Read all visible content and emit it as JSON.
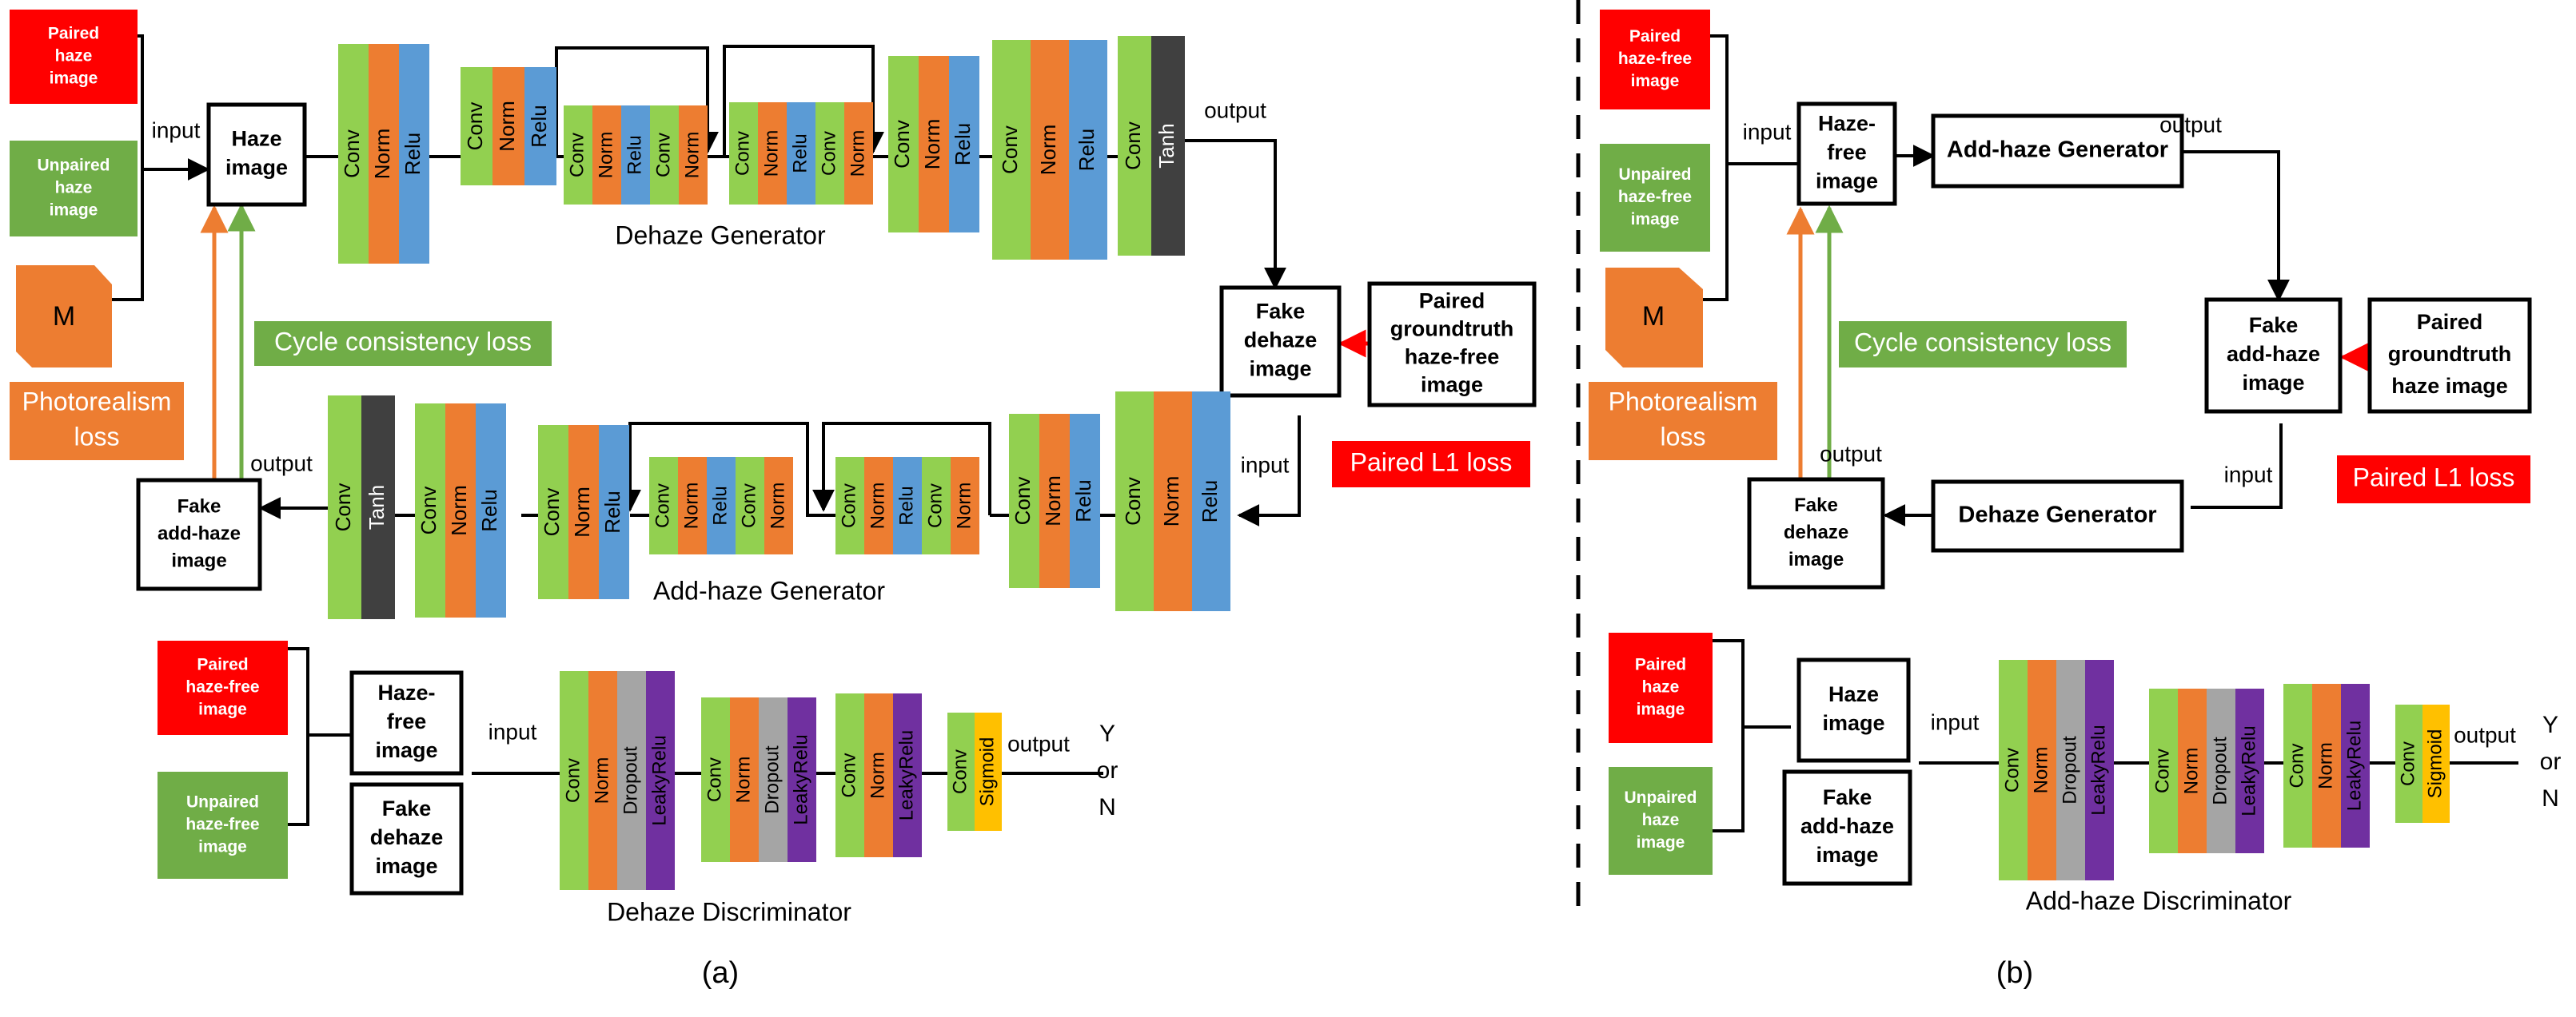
{
  "colors": {
    "red": "#ff0000",
    "green": "#70ad47",
    "orange": "#ed7d31",
    "conv": "#92d050",
    "norm": "#ed7d31",
    "relu": "#5b9bd5",
    "tanh": "#404040",
    "dropout": "#a5a5a5",
    "leaky": "#7030a0",
    "sigmoid": "#ffc000",
    "arrow": "#000000",
    "arrow_red": "#ff0000"
  },
  "panel_a": {
    "caption": "(a)",
    "paired_haze": "Paired haze image",
    "unpaired_haze": "Unpaired haze image",
    "m_label": "M",
    "input_label": "input",
    "haze_image": "Haze image",
    "dehaze_generator": "Dehaze Generator",
    "output_label": "output",
    "fake_dehaze": "Fake dehaze image",
    "paired_gt": "Paired groundtruth haze-free image",
    "paired_l1": "Paired L1 loss",
    "cycle_loss": "Cycle consistency loss",
    "photo_loss": "Photorealism loss",
    "input_label_2": "input",
    "output_label_2": "output",
    "fake_addhaze": "Fake add-haze image",
    "addhaze_generator": "Add-haze Generator",
    "disc_paired": "Paired haze-free image",
    "disc_unpaired": "Unpaired haze-free image",
    "disc_hazefree": "Haze-free image",
    "disc_fakedehaze": "Fake dehaze image",
    "disc_input": "input",
    "disc_output": "output",
    "yn": "Y or N",
    "discriminator": "Dehaze Discriminator",
    "layers": {
      "conv": "Conv",
      "norm": "Norm",
      "relu": "Relu",
      "tanh": "Tanh",
      "dropout": "Dropout",
      "leaky": "LeakyRelu",
      "sigmoid": "Sigmoid"
    }
  },
  "panel_b": {
    "caption": "(b)",
    "paired_hazefree": "Paired haze-free image",
    "unpaired_hazefree": "Unpaired haze-free image",
    "m_label": "M",
    "input_label": "input",
    "hazefree_image": "Haze-free image",
    "addhaze_generator": "Add-haze Generator",
    "output_label": "output",
    "fake_addhaze": "Fake add-haze image",
    "paired_gt": "Paired groundtruth haze image",
    "paired_l1": "Paired L1 loss",
    "cycle_loss": "Cycle consistency loss",
    "photo_loss": "Photorealism loss",
    "input_label_2": "input",
    "output_label_2": "output",
    "dehaze_generator": "Dehaze Generator",
    "fake_dehaze": "Fake dehaze image",
    "disc_paired": "Paired haze image",
    "disc_unpaired": "Unpaired haze image",
    "disc_haze": "Haze image",
    "disc_fakeaddhaze": "Fake add-haze image",
    "disc_input": "input",
    "disc_output": "output",
    "yn": "Y or N",
    "discriminator": "Add-haze Discriminator"
  }
}
